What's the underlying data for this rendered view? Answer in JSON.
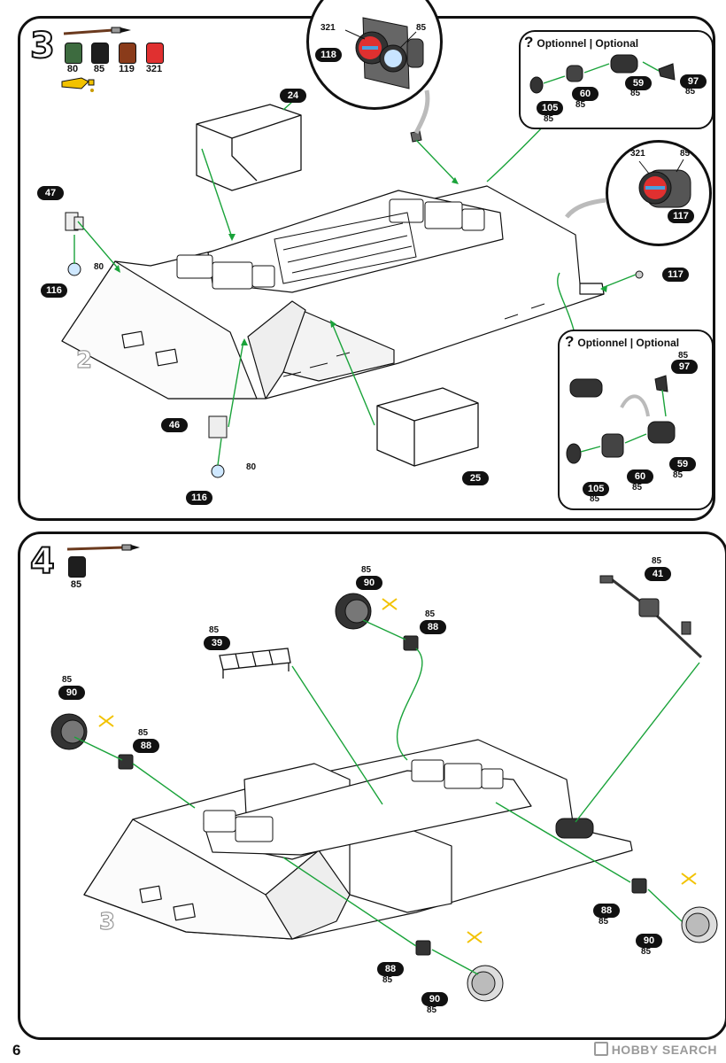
{
  "page": {
    "number": "6"
  },
  "brand": {
    "icon": "hobby-search-logo-icon",
    "text": "HOBBY SEARCH"
  },
  "step3": {
    "number": "3",
    "paints": [
      {
        "code": "80",
        "color": "#3d6b3f"
      },
      {
        "code": "85",
        "color": "#1e1e1e"
      },
      {
        "code": "119",
        "color": "#8a3b1a"
      },
      {
        "code": "321",
        "color": "#e03030"
      }
    ],
    "ghost_label": "2",
    "parts": {
      "p24": "24",
      "p47": "47",
      "p46": "46",
      "p116a": "116",
      "p116b": "116",
      "p25": "25",
      "p117": "117",
      "p118": "118",
      "c80a": "80",
      "c80b": "80"
    },
    "zoom_top": {
      "tag": "118",
      "c1": "321",
      "c2": "85"
    },
    "zoom_right": {
      "tag": "117",
      "c1": "321",
      "c2": "85"
    },
    "opt_top": {
      "title": "Optionnel | Optional",
      "parts": [
        {
          "tag": "105",
          "color": "85"
        },
        {
          "tag": "60",
          "color": "85"
        },
        {
          "tag": "59",
          "color": "85"
        },
        {
          "tag": "97",
          "color": "85"
        }
      ]
    },
    "opt_bottom": {
      "title": "Optionnel | Optional",
      "parts": [
        {
          "tag": "97",
          "color": "85"
        },
        {
          "tag": "59",
          "color": "85"
        },
        {
          "tag": "60",
          "color": "85"
        },
        {
          "tag": "105",
          "color": "85"
        }
      ]
    }
  },
  "step4": {
    "number": "4",
    "paints": [
      {
        "code": "85",
        "color": "#1e1e1e"
      }
    ],
    "ghost_label": "3",
    "parts": [
      {
        "tag": "41",
        "color": "85"
      },
      {
        "tag": "90",
        "color": "85"
      },
      {
        "tag": "88",
        "color": "85"
      },
      {
        "tag": "39",
        "color": "85"
      },
      {
        "tag": "90",
        "color": "85"
      },
      {
        "tag": "88",
        "color": "85"
      },
      {
        "tag": "88",
        "color": "85"
      },
      {
        "tag": "90",
        "color": "85"
      },
      {
        "tag": "88",
        "color": "85"
      },
      {
        "tag": "90",
        "color": "85"
      }
    ]
  }
}
